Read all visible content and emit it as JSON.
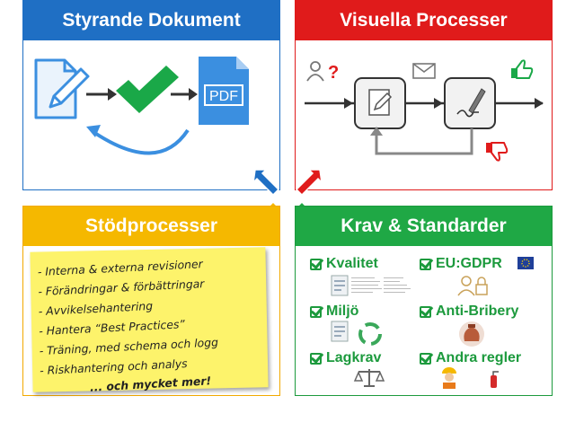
{
  "quadrants": {
    "styrande": {
      "title": "Styrande Dokument",
      "pdf_label": "PDF",
      "color": "#1f6fc4"
    },
    "visuella": {
      "title": "Visuella Processer",
      "color": "#e01b1b"
    },
    "stod": {
      "title": "Stödprocesser",
      "color": "#f5b800",
      "items": [
        "- Interna & externa revisioner",
        "- Förändringar & förbättringar",
        "- Avvikelsehantering",
        "- Hantera “Best Practices”",
        "- Träning, med schema och logg",
        "- Riskhantering och analys"
      ],
      "more": "... och mycket mer!"
    },
    "krav": {
      "title": "Krav & Standarder",
      "color": "#1fa845",
      "items": [
        "Kvalitet",
        "EU:GDPR",
        "Miljö",
        "Anti-Bribery",
        "Lagkrav",
        "Andra regler"
      ]
    }
  },
  "icons": {
    "styrande": [
      "edit-document-icon",
      "checkmark-icon",
      "pdf-document-icon",
      "return-arrow-icon"
    ],
    "visuella": [
      "user-question-icon",
      "envelope-icon",
      "thumbs-up-icon",
      "thumbs-down-icon",
      "edit-step-icon",
      "signature-step-icon"
    ],
    "krav": [
      "eu-flag-icon",
      "lock-user-icon",
      "recycle-icon",
      "money-bag-icon",
      "scales-icon",
      "worker-icon",
      "fire-extinguisher-icon"
    ]
  }
}
